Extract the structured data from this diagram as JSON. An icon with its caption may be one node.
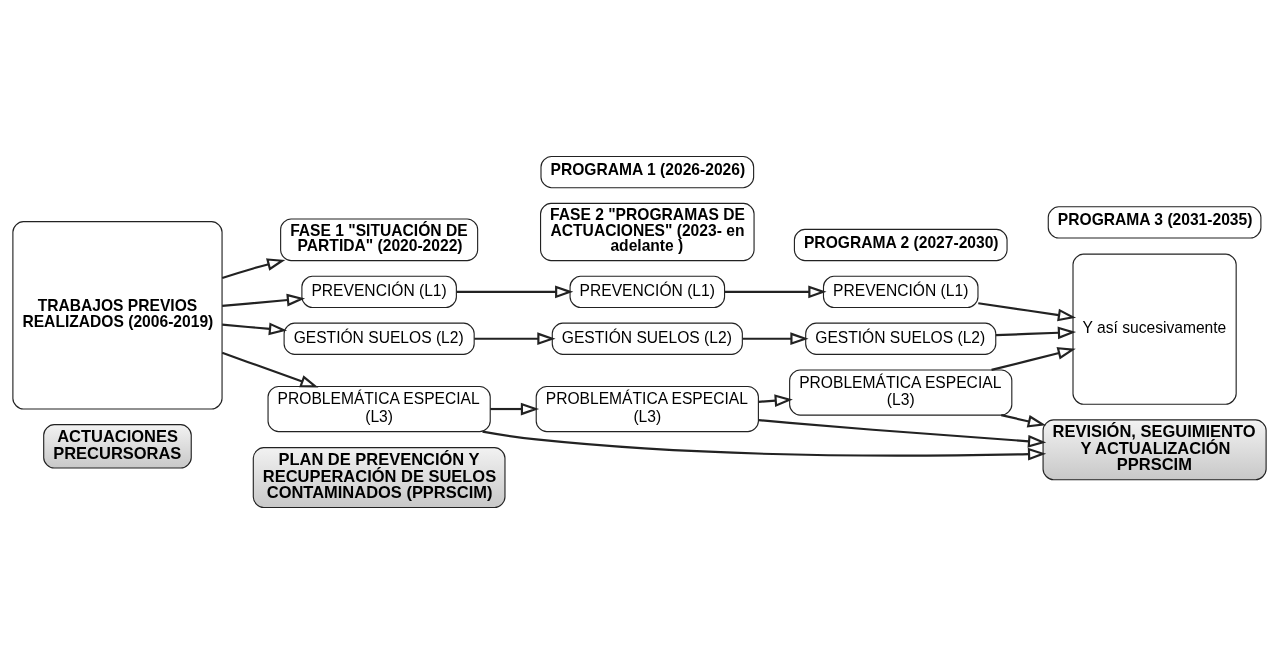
{
  "diagram": {
    "nodes": [
      {
        "text": [
          "ACTUACIONES PRECURSORAS"
        ]
      },
      {
        "text": [
          "PLAN DE PREVENCIÓN Y RECUPERACIÓN DE SUELOS CONTAMINADOS (PPRSCIM)"
        ]
      },
      {
        "text": [
          "TRABAJOS PREVIOS REALIZADOS (2006-2019)"
        ]
      },
      {
        "text": [
          "FASE 1 \"SITUACIÓN DE PARTIDA\" (2020-2022)"
        ]
      },
      {
        "text": [
          "FASE 2 \"PROGRAMAS DE ACTUACIONES\" (2023- en adelante )"
        ]
      },
      {
        "text": [
          "PROGRAMA 1 (2026-2026)"
        ]
      },
      {
        "text": [
          "PROGRAMA 2 (2027-2030)"
        ]
      },
      {
        "text": [
          "PROGRAMA 3 (2031-2035)"
        ]
      },
      {
        "text": [
          "PREVENCIÓN (L1)"
        ]
      },
      {
        "text": [
          "GESTIÓN SUELOS (L2)"
        ]
      },
      {
        "text": [
          "PROBLEMÁTICA ESPECIAL (L3)"
        ]
      },
      {
        "text": [
          "PREVENCIÓN (L1)"
        ]
      },
      {
        "text": [
          "GESTIÓN SUELOS (L2)"
        ]
      },
      {
        "text": [
          "PROBLEMÁTICA ESPECIAL (L3)"
        ]
      },
      {
        "text": [
          "PREVENCIÓN (L1)"
        ]
      },
      {
        "text": [
          "GESTIÓN SUELOS (L2)"
        ]
      },
      {
        "text": [
          "PROBLEMÁTICA ESPECIAL (L3)"
        ]
      },
      {
        "text": [
          "Y así sucesivamente"
        ]
      },
      {
        "text": [
          "REVISIÓN, SEGUIMIENTO Y ACTUALIZACIÓN PPRSCIM"
        ]
      }
    ],
    "edges": [
      {
        "from": 2,
        "to": 3,
        "arrow": "to"
      },
      {
        "from": 2,
        "to": 8,
        "arrow": "to"
      },
      {
        "from": 2,
        "to": 9,
        "arrow": "to"
      },
      {
        "from": 2,
        "to": 10,
        "arrow": "to"
      },
      {
        "from": 8,
        "to": 11,
        "arrow": "to"
      },
      {
        "from": 9,
        "to": 12,
        "arrow": "to"
      },
      {
        "from": 10,
        "to": 13,
        "arrow": "to"
      },
      {
        "from": 11,
        "to": 14,
        "arrow": "to"
      },
      {
        "from": 12,
        "to": 15,
        "arrow": "to"
      },
      {
        "from": 13,
        "to": 16,
        "arrow": "to"
      },
      {
        "from": 14,
        "to": 17,
        "arrow": "to"
      },
      {
        "from": 15,
        "to": 17,
        "arrow": "to"
      },
      {
        "from": 16,
        "to": 17,
        "arrow": "to"
      },
      {
        "from": 10,
        "to": 18,
        "arrow": "to"
      },
      {
        "from": 13,
        "to": 18,
        "arrow": "to"
      },
      {
        "from": 16,
        "to": 18,
        "arrow": "to"
      }
    ]
  }
}
